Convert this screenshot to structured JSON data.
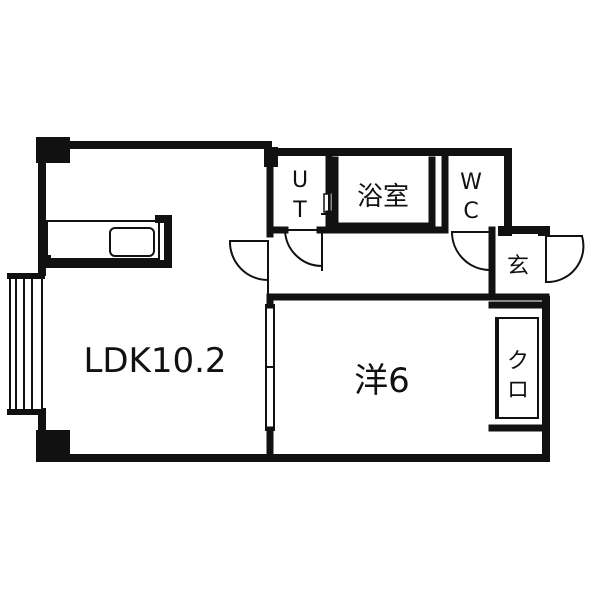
{
  "rooms": {
    "ldk": "LDK10.2",
    "western": "洋6",
    "bath": "浴室",
    "utility_u": "U",
    "utility_t": "T",
    "wc_w": "W",
    "wc_c": "C",
    "entrance": "玄",
    "closet_ku": "ク",
    "closet_ro": "ロ"
  },
  "colors": {
    "wall": "#111111",
    "line": "#111111",
    "background": "#ffffff"
  }
}
